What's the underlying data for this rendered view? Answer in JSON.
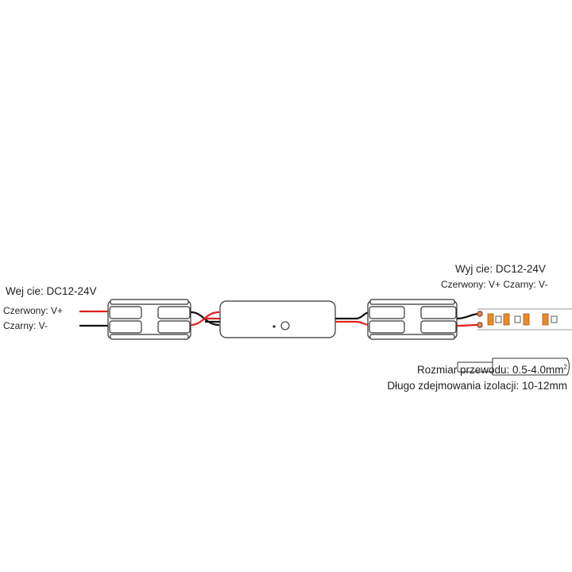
{
  "input": {
    "title": "Wej cie: DC12-24V",
    "red_label": "Czerwony: V+",
    "black_label": "Czarny: V-"
  },
  "output": {
    "title": "Wyj cie: DC12-24V",
    "colors_label": "Czerwony: V+ Czarny: V-"
  },
  "specs": {
    "wire_size_text": "Rozmiar przewodu: 0.5-4.0mm",
    "wire_size_sup": "2",
    "strip_length": "Długo zdejmowania izolacji: 10-12mm"
  },
  "colors": {
    "red_wire": "#e02020",
    "black_wire": "#111111",
    "outline": "#333333",
    "led": "#e8892c"
  }
}
